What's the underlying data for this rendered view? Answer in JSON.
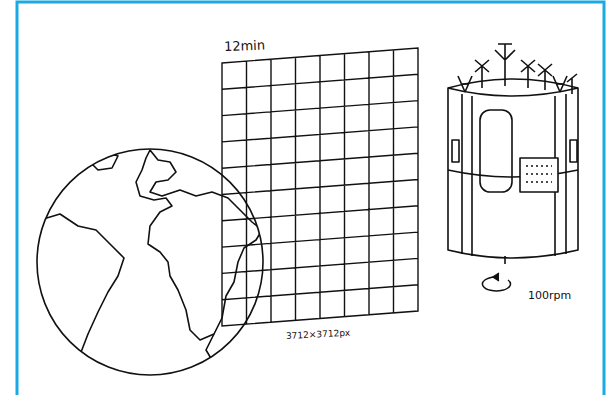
{
  "diagram": {
    "labels": [
      "12min",
      "3712×3712px",
      "100rpm"
    ]
  }
}
